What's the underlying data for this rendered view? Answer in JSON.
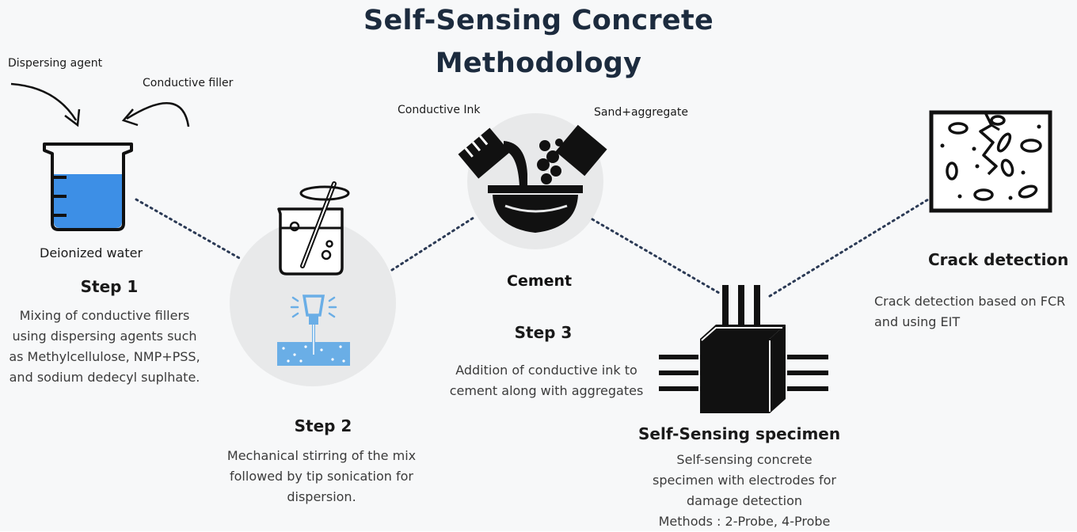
{
  "title": {
    "line1": "Self-Sensing Concrete",
    "line2": "Methodology"
  },
  "colors": {
    "title": "#1c2b3e",
    "water_blue": "#3d8fe6",
    "sonicator_blue": "#6aaee6",
    "circle_bg": "#e8e9ea",
    "dotted_line": "#2b3a55"
  },
  "step1": {
    "dispersing_label": "Dispersing agent",
    "filler_label": "Conductive filler",
    "beaker_label": "Deionized water",
    "heading": "Step 1",
    "description": "Mixing of conductive fillers\nusing dispersing agents such\nas Methylcellulose, NMP+PSS,\nand sodium dedecyl suplhate."
  },
  "step2": {
    "heading": "Step 2",
    "description": "Mechanical stirring of the mix\nfollowed by tip sonication for\ndispersion."
  },
  "step3": {
    "ink_label": "Conductive Ink",
    "sand_label": "Sand+aggregate",
    "bowl_label": "Cement",
    "heading": "Step 3",
    "description": "Addition of conductive ink to\ncement along with aggregates"
  },
  "specimen": {
    "heading": "Self-Sensing specimen",
    "description": "Self-sensing concrete\nspecimen with electrodes for\ndamage detection\nMethods : 2-Probe, 4-Probe"
  },
  "crack": {
    "heading": "Crack detection",
    "description": "Crack detection based on FCR\nand using EIT"
  },
  "icons": [
    "curved-arrow-icon",
    "beaker-icon",
    "stirring-beaker-icon",
    "sonicator-icon",
    "mixing-bowl-icon",
    "electrode-chip-icon",
    "cracked-block-icon"
  ]
}
